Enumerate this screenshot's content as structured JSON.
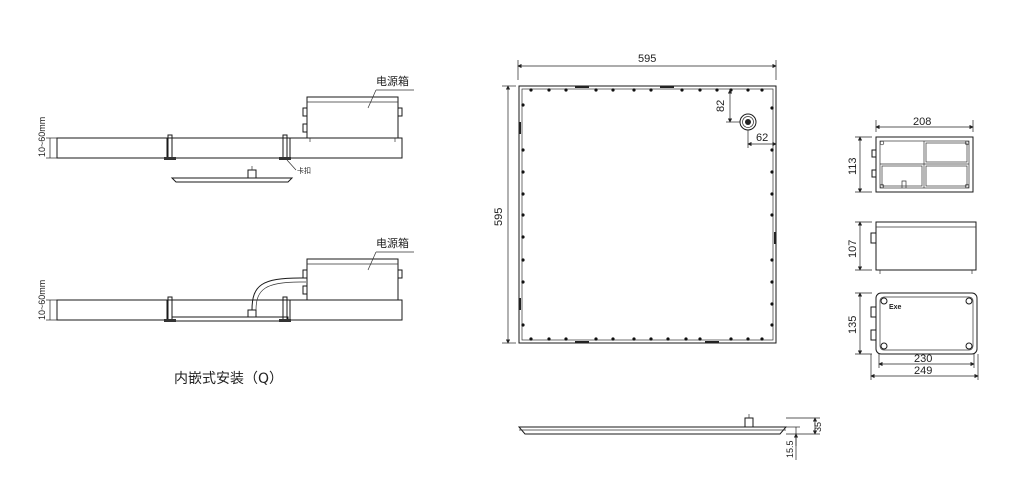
{
  "install": {
    "power_box_label_1": "电源箱",
    "power_box_label_2": "电源箱",
    "clip_label": "卡扣",
    "ceiling_range_1": "10~60mm",
    "ceiling_range_2": "10~60mm",
    "caption": "内嵌式安装（Q）"
  },
  "panel": {
    "width": "595",
    "height": "595",
    "hole_offset_y": "82",
    "hole_offset_x": "62",
    "thickness_total": "35",
    "thickness_panel": "15.5"
  },
  "driver_box": {
    "top_width": "208",
    "top_height": "113",
    "side_height": "107",
    "front_height": "135",
    "front_inner_width": "230",
    "front_outer_width": "249",
    "marking": "Exe"
  }
}
